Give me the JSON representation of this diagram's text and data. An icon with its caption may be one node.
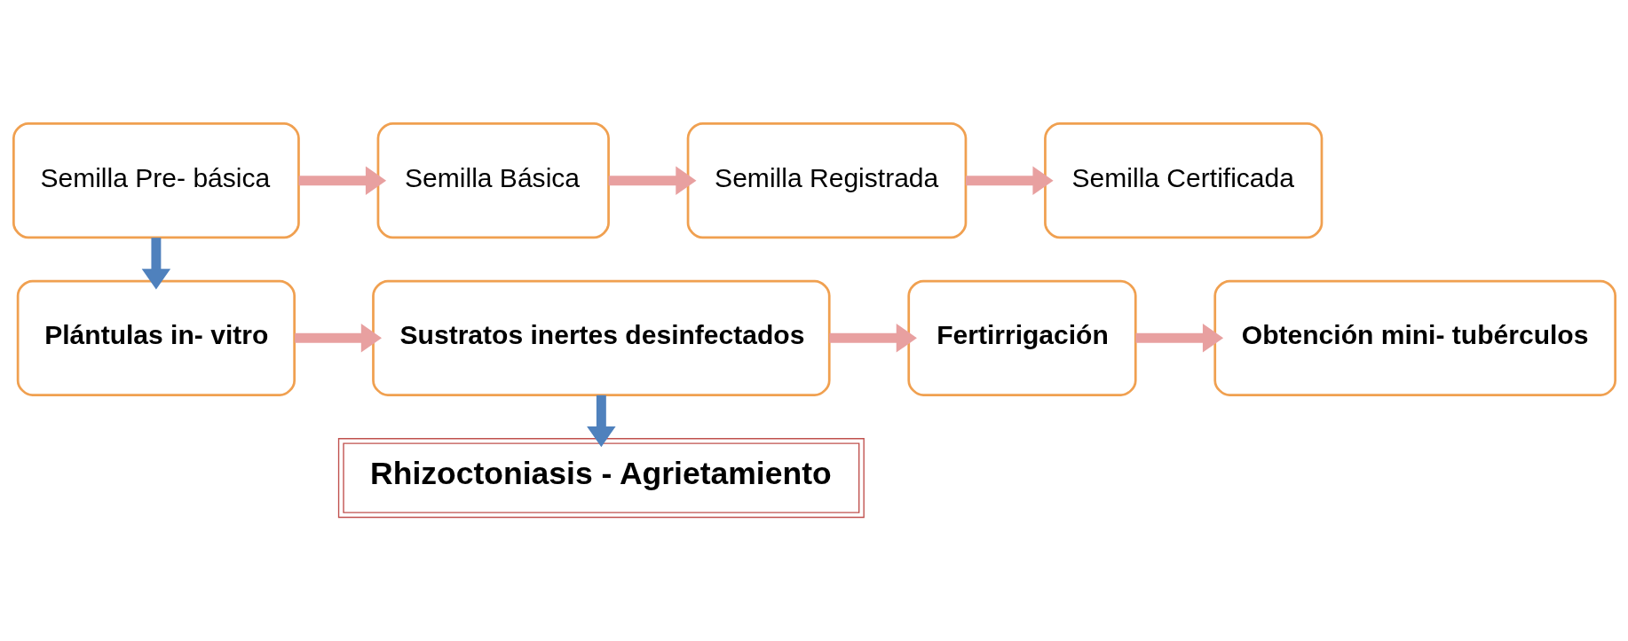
{
  "diagram": {
    "nodes": [
      {
        "text": [
          "Semilla Pre- básica"
        ]
      },
      {
        "text": [
          "Semilla Básica"
        ]
      },
      {
        "text": [
          "Semilla Registrada"
        ]
      },
      {
        "text": [
          "Semilla Certificada"
        ]
      },
      {
        "text": [
          "Plántulas in- vitro"
        ]
      },
      {
        "text": [
          "Sustratos inertes desinfectados"
        ]
      },
      {
        "text": [
          "Fertirrigación"
        ]
      },
      {
        "text": [
          "Obtención mini- tubérculos"
        ]
      },
      {
        "text": [
          "Rhizoctoniasis - Agrietamiento"
        ]
      }
    ],
    "edges": [
      {
        "from": 0,
        "to": 1,
        "arrow": "to"
      },
      {
        "from": 1,
        "to": 2,
        "arrow": "to"
      },
      {
        "from": 2,
        "to": 3,
        "arrow": "to"
      },
      {
        "from": 0,
        "to": 4,
        "arrow": "to",
        "color": "#4f81bd"
      },
      {
        "from": 4,
        "to": 5,
        "arrow": "to"
      },
      {
        "from": 5,
        "to": 6,
        "arrow": "to"
      },
      {
        "from": 6,
        "to": 7,
        "arrow": "to"
      },
      {
        "from": 5,
        "to": 8,
        "arrow": "to",
        "color": "#4f81bd"
      }
    ]
  }
}
